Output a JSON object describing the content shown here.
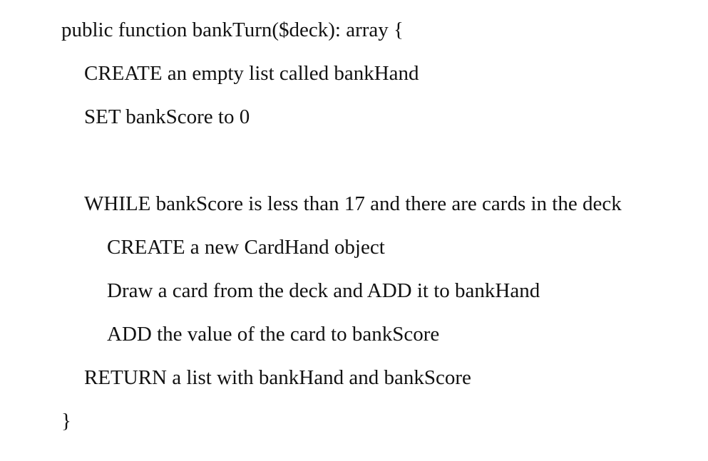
{
  "document": {
    "lines": [
      "public function bankTurn($deck): array {",
      "CREATE an empty list called bankHand",
      "SET bankScore to 0",
      "",
      "WHILE bankScore is less than 17 and there are cards in the deck",
      "CREATE a new CardHand object",
      "Draw a card from the deck and ADD it to bankHand",
      "ADD the value of the card to bankScore",
      "RETURN a list with bankHand and bankScore",
      "}"
    ]
  }
}
